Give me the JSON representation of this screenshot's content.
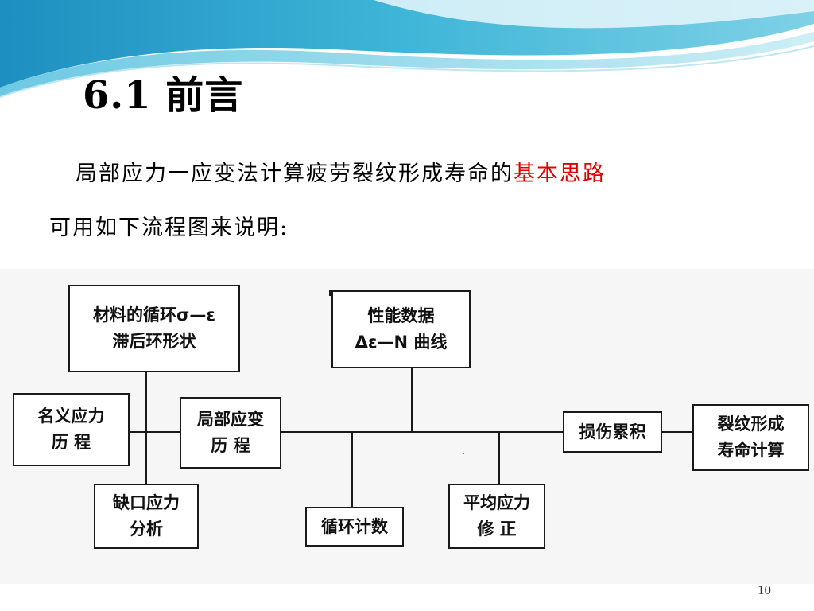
{
  "slide": {
    "title": "6.1 前言",
    "intro_line1_a": "局部应力一应变法计算疲劳裂纹形成寿命的",
    "intro_line1_highlight": "基本思路",
    "intro_line2": "可用如下流程图来说明:",
    "page_number": "10"
  },
  "flowchart": {
    "nodes": {
      "cyclic_curve": {
        "line1": "材料的循环σ—ε",
        "line2": "滞后环形状"
      },
      "fatigue_data": {
        "line1": "性能数据",
        "line2": "Δε—N 曲线"
      },
      "nominal": {
        "line1": "名义应力",
        "line2": "历  程"
      },
      "local_strain": {
        "line1": "局部应变",
        "line2": "历  程"
      },
      "damage": {
        "line1": "损伤累积"
      },
      "life_calc": {
        "line1": "裂纹形成",
        "line2": "寿命计算"
      },
      "notch": {
        "line1": "缺口应力",
        "line2": "分析"
      },
      "cycle_count": {
        "line1": "循环计数"
      },
      "mean_stress": {
        "line1": "平均应力",
        "line2": "修  正"
      }
    }
  },
  "colors": {
    "highlight": "#e00000",
    "header_wave": "#2aa3cf"
  }
}
